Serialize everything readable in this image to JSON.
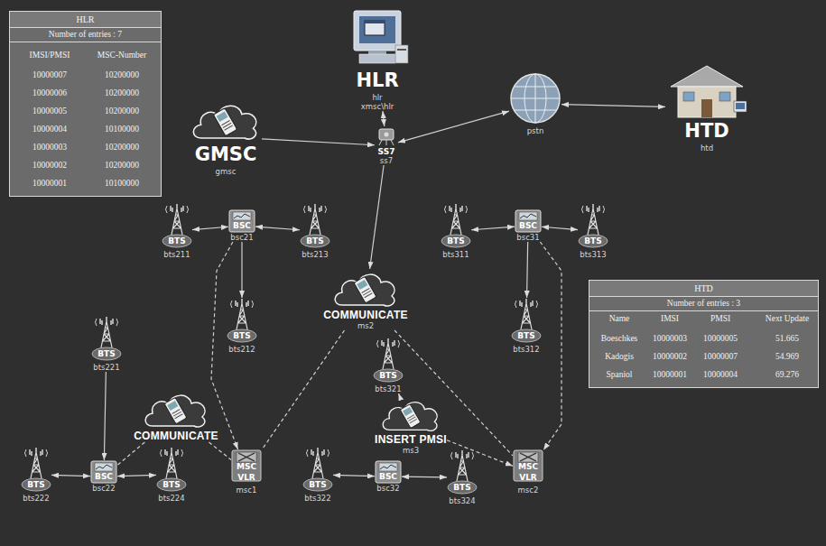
{
  "diagram": {
    "nodes": [
      {
        "text": [
          "HLR",
          "Number of entries : 7"
        ]
      },
      {
        "text": [
          "HLR",
          "hlr",
          "xmsc\\hlr"
        ]
      },
      {
        "text": [
          "GMSC",
          "gmsc"
        ]
      },
      {
        "text": [
          "SS7",
          "ss7"
        ]
      },
      {
        "text": [
          "pstn"
        ]
      },
      {
        "text": [
          "HTD",
          "htd"
        ]
      },
      {
        "text": [
          "BTS",
          "bts211"
        ]
      },
      {
        "text": [
          "BSC",
          "bsc21"
        ]
      },
      {
        "text": [
          "BTS",
          "bts213"
        ]
      },
      {
        "text": [
          "BTS",
          "bts311"
        ]
      },
      {
        "text": [
          "BSC",
          "bsc31"
        ]
      },
      {
        "text": [
          "BTS",
          "bts313"
        ]
      },
      {
        "text": [
          "BTS",
          "bts212"
        ]
      },
      {
        "text": [
          "COMMUNICATE",
          "ms2"
        ]
      },
      {
        "text": [
          "BTS",
          "bts312"
        ]
      },
      {
        "text": [
          "BTS",
          "bts221"
        ]
      },
      {
        "text": [
          "BTS",
          "bts321"
        ]
      },
      {
        "text": [
          "COMMUNICATE"
        ]
      },
      {
        "text": [
          "INSERT PMSI",
          "ms3"
        ]
      },
      {
        "text": [
          "BTS",
          "bts222"
        ]
      },
      {
        "text": [
          "BSC",
          "bsc22"
        ]
      },
      {
        "text": [
          "BTS",
          "bts224"
        ]
      },
      {
        "text": [
          "MSC",
          "VLR",
          "msc1"
        ]
      },
      {
        "text": [
          "BTS",
          "bts322"
        ]
      },
      {
        "text": [
          "BSC",
          "bsc32"
        ]
      },
      {
        "text": [
          "BTS",
          "bts324"
        ]
      },
      {
        "text": [
          "MSC",
          "VLR",
          "msc2"
        ]
      },
      {
        "text": [
          "HTD",
          "Number of entries : 3"
        ]
      }
    ],
    "edges": [
      {
        "from": 1,
        "to": 3,
        "arrow": "both"
      },
      {
        "from": 2,
        "to": 3,
        "arrow": "to"
      },
      {
        "from": 3,
        "to": 4,
        "arrow": "both"
      },
      {
        "from": 4,
        "to": 5,
        "arrow": "both"
      },
      {
        "from": 6,
        "to": 7,
        "arrow": "both"
      },
      {
        "from": 7,
        "to": 8,
        "arrow": "both"
      },
      {
        "from": 7,
        "to": 12,
        "arrow": "to"
      },
      {
        "from": 7,
        "to": 22,
        "arrow": "to"
      },
      {
        "from": 9,
        "to": 10,
        "arrow": "both"
      },
      {
        "from": 10,
        "to": 11,
        "arrow": "both"
      },
      {
        "from": 10,
        "to": 14,
        "arrow": "to"
      },
      {
        "from": 10,
        "to": 26,
        "arrow": "to"
      },
      {
        "from": 3,
        "to": 13,
        "arrow": "to"
      },
      {
        "from": 13,
        "to": 22,
        "arrow": "none"
      },
      {
        "from": 13,
        "to": 26,
        "arrow": "none"
      },
      {
        "from": 15,
        "to": 20,
        "arrow": "to"
      },
      {
        "from": 17,
        "to": 20,
        "arrow": "none"
      },
      {
        "from": 17,
        "to": 22,
        "arrow": "none"
      },
      {
        "from": 19,
        "to": 20,
        "arrow": "both"
      },
      {
        "from": 20,
        "to": 21,
        "arrow": "both"
      },
      {
        "from": 18,
        "to": 16,
        "arrow": "to"
      },
      {
        "from": 18,
        "to": 26,
        "arrow": "to"
      },
      {
        "from": 23,
        "to": 24,
        "arrow": "both"
      },
      {
        "from": 24,
        "to": 25,
        "arrow": "both"
      }
    ],
    "labels": [
      "IMSI/PMSI",
      "MSC-Number",
      "10000007",
      "10200000",
      "10000006",
      "10200000",
      "10000005",
      "10200000",
      "10000004",
      "10100000",
      "10000003",
      "10200000",
      "10000002",
      "10200000",
      "10000001",
      "10100000",
      "Name",
      "IMSI",
      "PMSI",
      "Next Update",
      "Boeschkes",
      "10000003",
      "10000005",
      "51.665",
      "Kadogis",
      "10000002",
      "10000007",
      "54.969",
      "Spaniol",
      "10000001",
      "10000004",
      "69.276"
    ]
  }
}
